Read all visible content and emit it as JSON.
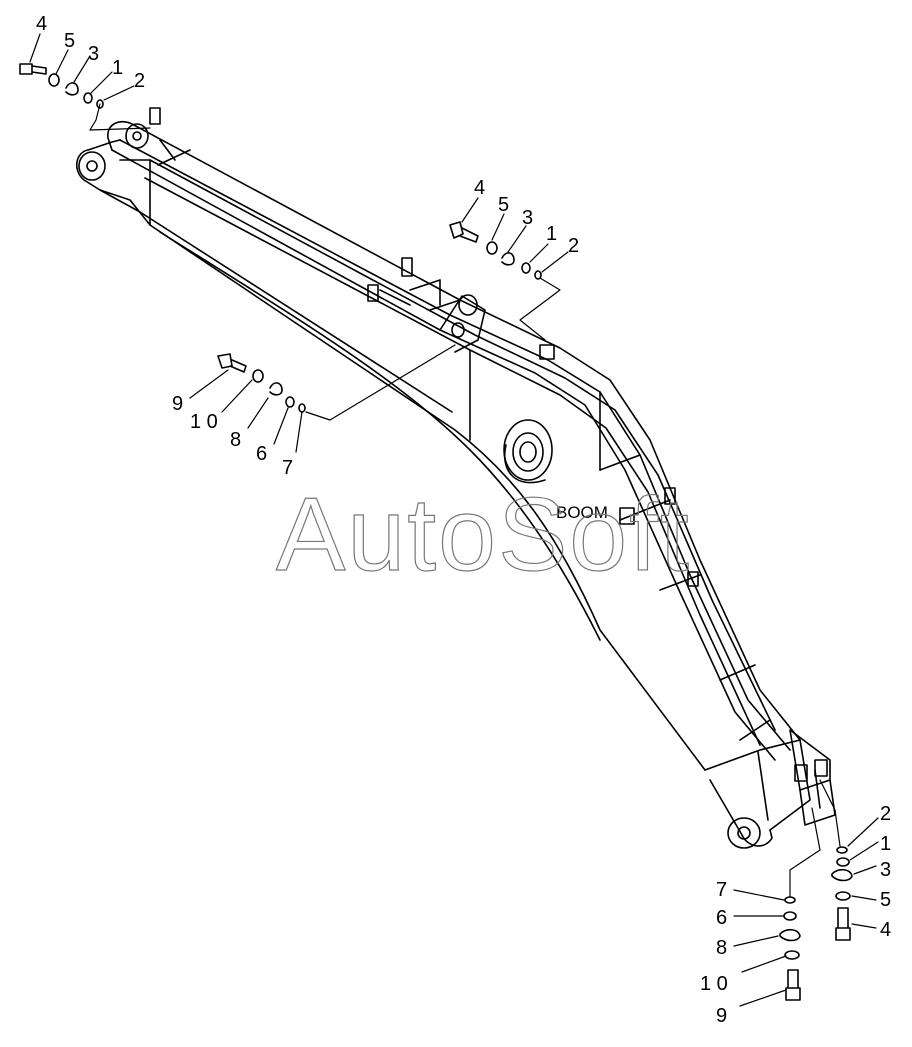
{
  "watermark": "AutoSoft",
  "boom_label": "BOOM",
  "colors": {
    "line": "#000000",
    "watermark": "#777777"
  },
  "callouts": {
    "tl": [
      "4",
      "5",
      "3",
      "1",
      "2"
    ],
    "mid": [
      "4",
      "5",
      "3",
      "1",
      "2"
    ],
    "left": [
      "9",
      "1 0",
      "8",
      "6",
      "7"
    ],
    "br": [
      "2",
      "1",
      "3",
      "5",
      "4"
    ],
    "bl": [
      "7",
      "6",
      "8",
      "1 0",
      "9"
    ]
  }
}
